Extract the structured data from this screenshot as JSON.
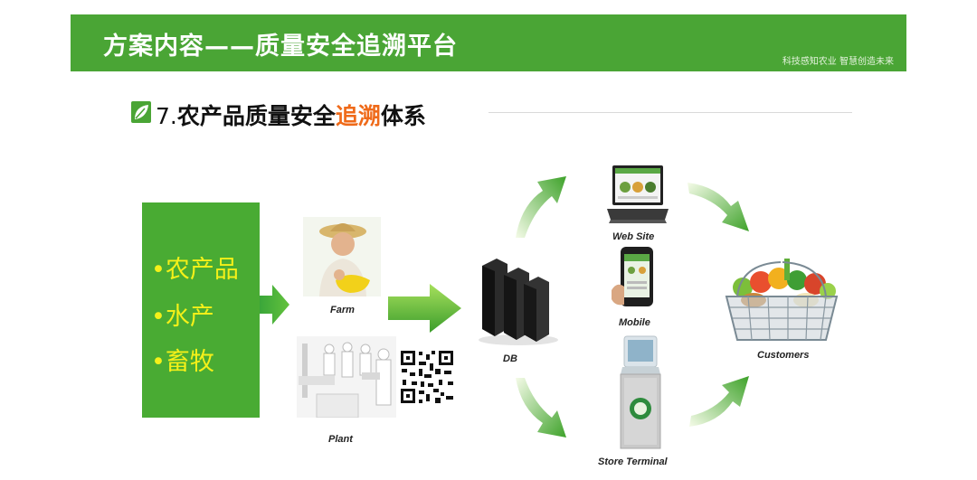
{
  "header": {
    "title": "方案内容——质量安全追溯平台",
    "slogan": "科技感知农业  智慧创造未来"
  },
  "subtitle": {
    "number": "7.",
    "before": "农产品质量安全",
    "highlight": "追溯",
    "after": "体系"
  },
  "products": [
    "•农产品",
    "•水产",
    "•畜牧"
  ],
  "labels": {
    "farm": "Farm",
    "plant": "Plant",
    "db": "DB",
    "website": "Web Site",
    "mobile": "Mobile",
    "store": "Store Terminal",
    "customers": "Customers"
  },
  "colors": {
    "header_green": "#4aa535",
    "box_green": "#49ab33",
    "product_text": "#f4f019",
    "highlight": "#ef6a19"
  }
}
